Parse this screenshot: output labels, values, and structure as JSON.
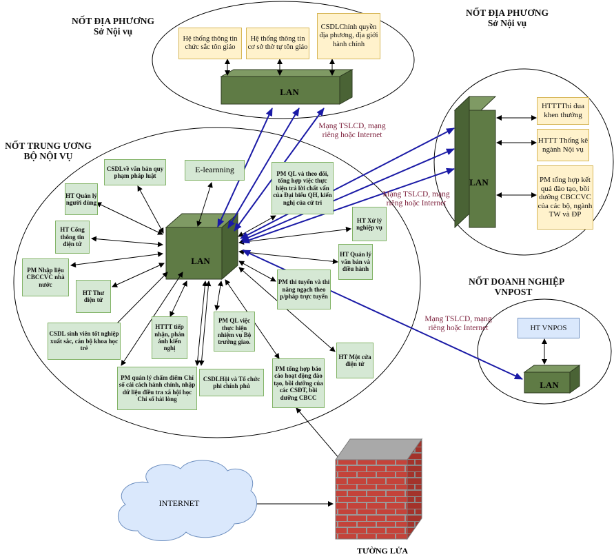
{
  "nodes": {
    "local_left": {
      "title": "NỐT ĐỊA PHƯƠNG",
      "subtitle": "Sở Nội vụ"
    },
    "local_right": {
      "title": "NỐT ĐỊA PHƯƠNG",
      "subtitle": "Sở Nội vụ"
    },
    "central": {
      "title": "NỐT TRUNG ƯƠNG",
      "subtitle": "BỘ NỘI VỤ"
    },
    "enterprise": {
      "title": "NỐT DOANH NGHIỆP",
      "subtitle": "VNPOST"
    }
  },
  "lan_label": "LAN",
  "local_left_boxes": [
    "Hệ thống thông tin chức sắc tôn giáo",
    "Hệ thống thông tin cơ sở thờ tự tôn giáo",
    "CSDLChính quyền địa phương, địa giới hành chính"
  ],
  "local_right_boxes": [
    "HTTTThi đua khen thưởng",
    "HTTT Thống kê ngành Nội vụ",
    "PM tổng hợp kết quả đào tạo, bồi dưỡng CBCCVC của các bộ, ngành TW và ĐP"
  ],
  "central_boxes": {
    "csdl_vanban": "CSDLvề văn bản quy phạm pháp luật",
    "elearning": "E-learnning",
    "pm_ql_theodoi": "PM QL và theo dõi, tổng hợp việc thực hiện trả lời chất vấn của Đại biểu QH, kiến nghị của cử tri",
    "ht_quanly_nguoidung": "HT Quản lý người dùng",
    "ht_congthongtin": "HT Cổng thông tin điện tử",
    "pm_nhaplieu": "PM Nhập liệu CBCCVC nhà nước",
    "ht_thudientu": "HT Thư điện tử",
    "csdl_sinhvien": "CSDL sinh viên tốt nghiệp xuất sắc, cán bộ khoa học trẻ",
    "httt_tiepnhan": "HTTT tiếp nhận, phản ánh kiến nghị",
    "pm_ql_nhiemvu": "PM QL việc thực hiện nhiệm vụ Bộ trưởng giao.",
    "pm_chamdiem": "PM quản lý chấm điểm Chỉ số cải cách hành chính, nhập dữ liệu điều tra xã hội học Chỉ số hài lòng",
    "csdl_hoi": "CSDLHội và Tổ chức phi chính phủ",
    "pm_tonghop": "PM tổng hợp báo cáo hoạt động đào tạo, bồi dưỡng của các CSĐT, bồi dưỡng CBCC",
    "ht_xuly": "HT Xử lý nghiệp vụ",
    "ht_quanly_vanban": "HT Quản lý văn bản và điều hành",
    "pm_thituyen": "PM thi tuyển và thi nâng ngạch theo p/pháp trực tuyến",
    "ht_motcua": "HT Một cửa điện tử"
  },
  "vnpost_box": "HT VNPOS",
  "network_notes": {
    "note1": [
      "Mạng TSLCD, mạng",
      "riêng hoặc Internet"
    ],
    "note2": [
      "Mạng TSLCD, mạng",
      "riêng hoặc Internet"
    ],
    "note3": [
      "Mạng TSLCD, mạng",
      "riêng hoặc Internet"
    ]
  },
  "internet_label": "INTERNET",
  "firewall_label": "TƯỜNG LỬA",
  "colors": {
    "lan_front": "#5f7b45",
    "lan_top": "#7f9a64",
    "lan_side": "#4a6335",
    "network_arrow": "#1a1aa6",
    "note_text": "#7b1e3a",
    "cloud": "#dae8fc",
    "brick": "#c0392b"
  }
}
